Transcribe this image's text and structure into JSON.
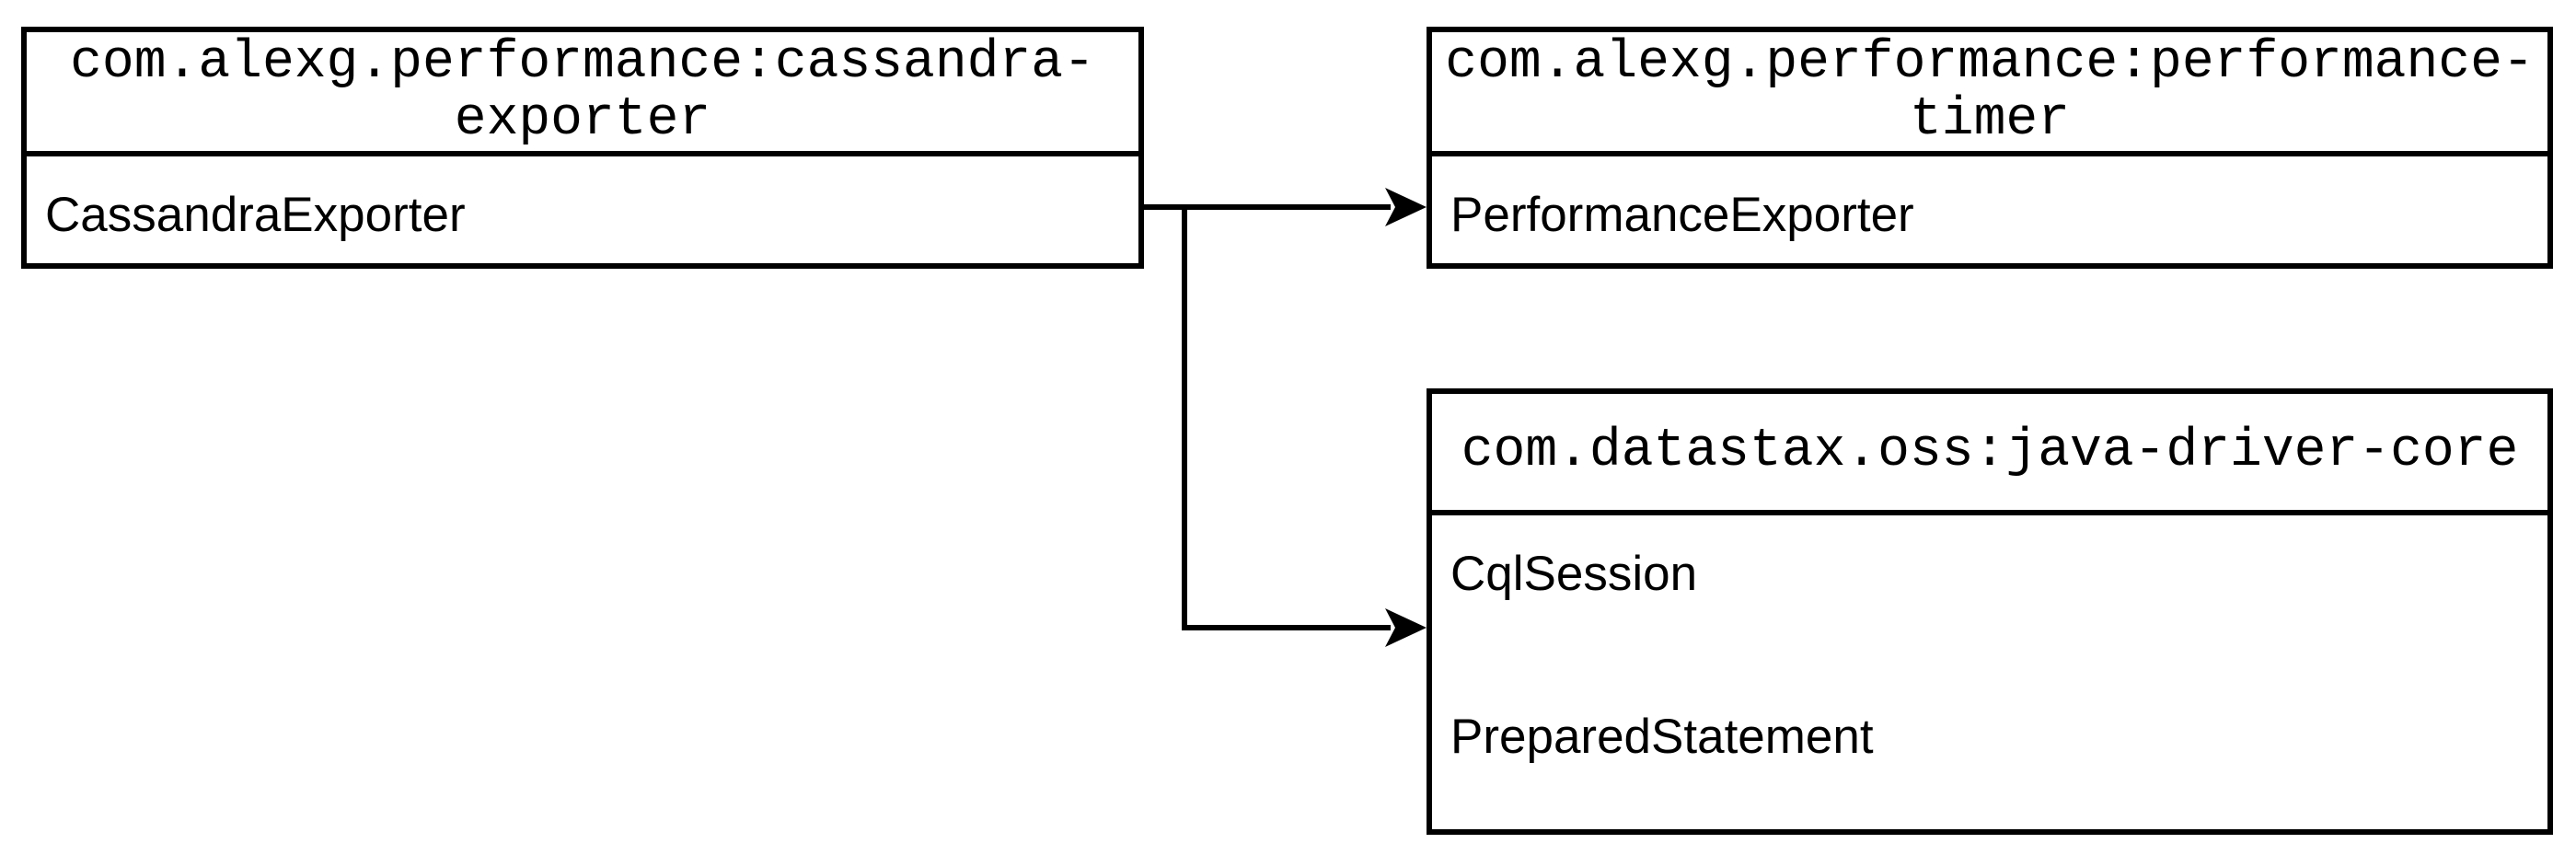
{
  "diagram": {
    "background_color": "#ffffff",
    "stroke_color": "#000000",
    "node_fill_color": "#ffffff",
    "text_color": "#000000",
    "nodes": [
      {
        "id": "cassandra-exporter",
        "header_full": "com.alexg.performance:cassandra-exporter",
        "header_lines": [
          "com.alexg.performance:cassandra-",
          "exporter"
        ],
        "items": [
          "CassandraExporter"
        ]
      },
      {
        "id": "performance-timer",
        "header_full": "com.alexg.performance:performance-timer",
        "header_lines": [
          "com.alexg.performance:performance-",
          "timer"
        ],
        "items": [
          "PerformanceExporter"
        ]
      },
      {
        "id": "java-driver-core",
        "header_full": "com.datastax.oss:java-driver-core",
        "header_lines": [
          "com.datastax.oss:java-driver-core"
        ],
        "items": [
          "CqlSession",
          "PreparedStatement"
        ]
      }
    ],
    "edges": [
      {
        "from": "com.alexg.performance:cassandra-exporter",
        "to": "com.alexg.performance:performance-timer"
      },
      {
        "from": "com.alexg.performance:cassandra-exporter",
        "to": "com.datastax.oss:java-driver-core"
      }
    ]
  }
}
